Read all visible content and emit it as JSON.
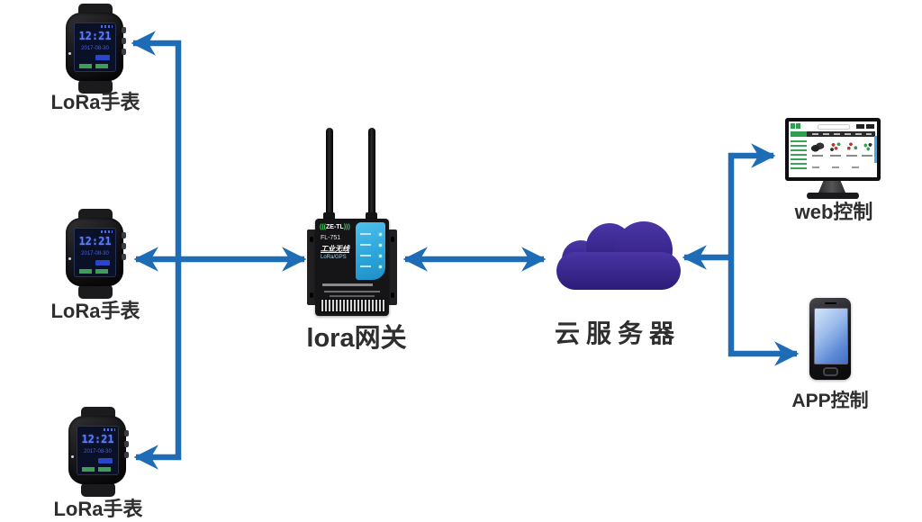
{
  "colors": {
    "arrow": "#1e6cb5",
    "cloud_top": "#4a35a5",
    "cloud_bottom": "#2c1b78",
    "label_text": "#2e2e2e",
    "gateway_panel": "#2aa3d8",
    "watch_time_text": "#5d7df5",
    "monitor_accent_green": "#2f9e4f"
  },
  "watches": [
    {
      "label": "LoRa手表",
      "time": "12:21",
      "date": "2017-08-30"
    },
    {
      "label": "LoRa手表",
      "time": "12:21",
      "date": "2017-08-30"
    },
    {
      "label": "LoRa手表",
      "time": "12:21",
      "date": "2017-08-30"
    }
  ],
  "gateway": {
    "label": "lora网关",
    "brand": "ZE-TL",
    "rf_mark": "(((",
    "rf_mark2": ")))",
    "model": "FL-751",
    "product_line": "工业无线",
    "tech": "LoRa/GPS"
  },
  "cloud": {
    "label": "云服务器"
  },
  "web_terminal": {
    "label": "web控制"
  },
  "app_terminal": {
    "label": "APP控制"
  }
}
